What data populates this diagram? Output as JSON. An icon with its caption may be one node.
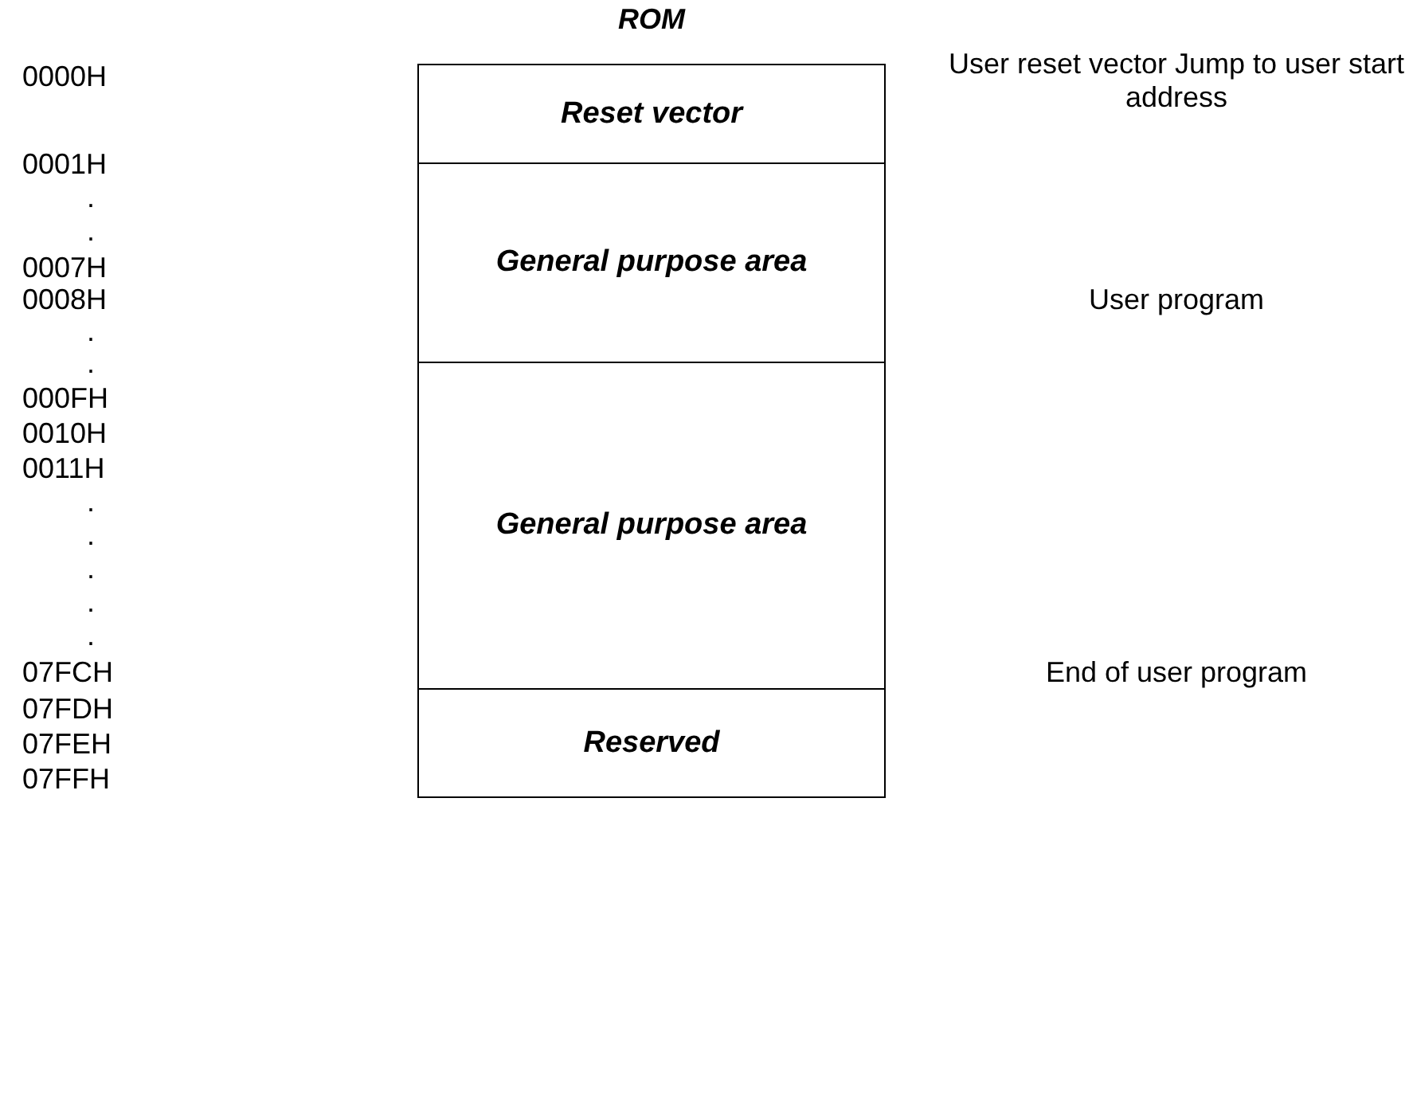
{
  "diagram": {
    "title": "ROM",
    "nodes": [
      {
        "text": [
          "Reset vector"
        ]
      },
      {
        "text": [
          "General purpose area"
        ]
      },
      {
        "text": [
          "General purpose area"
        ]
      },
      {
        "text": [
          "Reserved"
        ]
      }
    ],
    "labels": [
      "0000H",
      "User reset vector Jump to user start address",
      "0001H",
      ".",
      ".",
      "0007H",
      "0008H",
      "User program",
      ".",
      ".",
      "000FH",
      "0010H",
      "0011H",
      ".",
      ".",
      ".",
      ".",
      ".",
      "07FCH",
      "End of user program",
      "07FDH",
      "07FEH",
      "07FFH"
    ]
  }
}
